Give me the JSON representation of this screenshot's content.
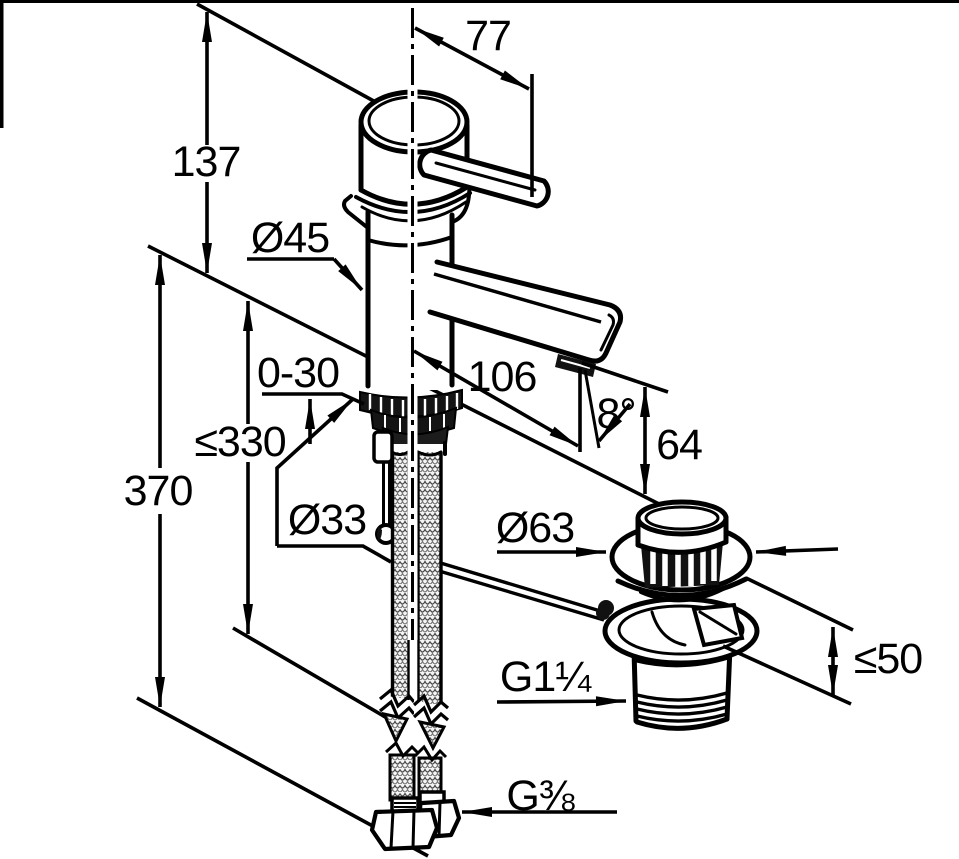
{
  "drawing": {
    "dimensions": {
      "lever_offset": "77",
      "upper_height": "137",
      "body_diameter": "Ø45",
      "deck_thickness_range": "0-30",
      "max_hose_reach": "≤330",
      "total_reach": "370",
      "hole_diameter": "Ø33",
      "spout_reach": "106",
      "spout_angle": "8°",
      "outlet_height": "64",
      "waste_flange_diameter": "Ø63",
      "waste_max_deck": "≤50",
      "waste_thread": "G1¼",
      "supply_thread": "G⅜"
    }
  }
}
